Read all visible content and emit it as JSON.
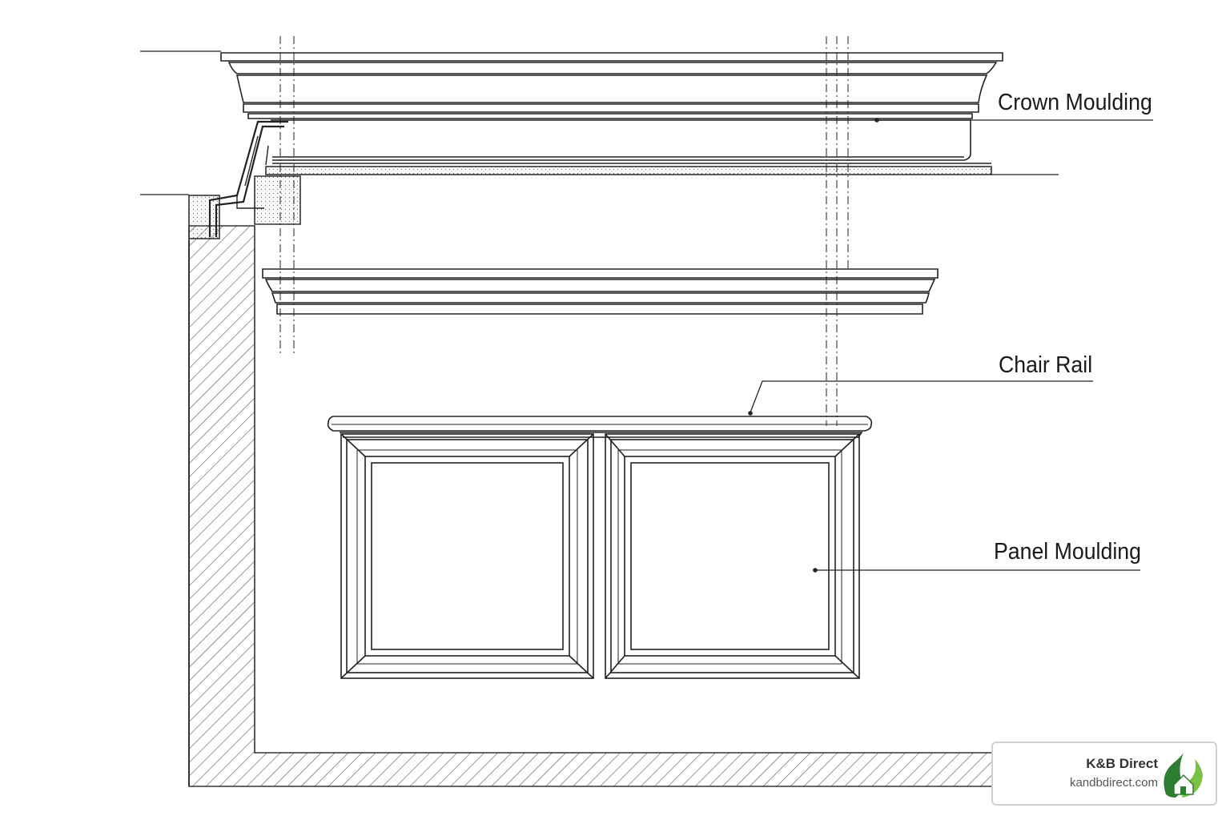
{
  "labels": {
    "crown": "Crown Moulding",
    "chair": "Chair Rail",
    "panel": "Panel Moulding"
  },
  "brand": {
    "name": "K&B Direct",
    "url": "kandbdirect.com",
    "logo_icon": "leaf-house-logo",
    "colors": {
      "leaf_dark": "#2e7d32",
      "leaf_light": "#7cc242"
    }
  },
  "style": {
    "line_color": "#222222"
  }
}
